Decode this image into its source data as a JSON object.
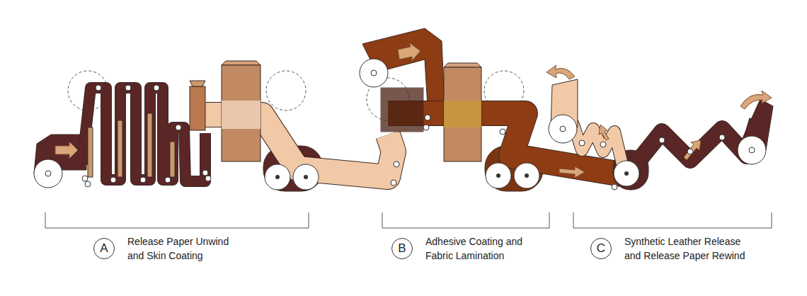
{
  "diagram": {
    "nodes": [
      {
        "text": [
          "A",
          "Release Paper Unwind and Skin Coating"
        ]
      },
      {
        "text": [
          "B",
          "Adhesive Coating and Fabric Lamination"
        ]
      },
      {
        "text": [
          "C",
          "Synthetic Leather Release and Release Paper Rewind"
        ]
      }
    ]
  }
}
